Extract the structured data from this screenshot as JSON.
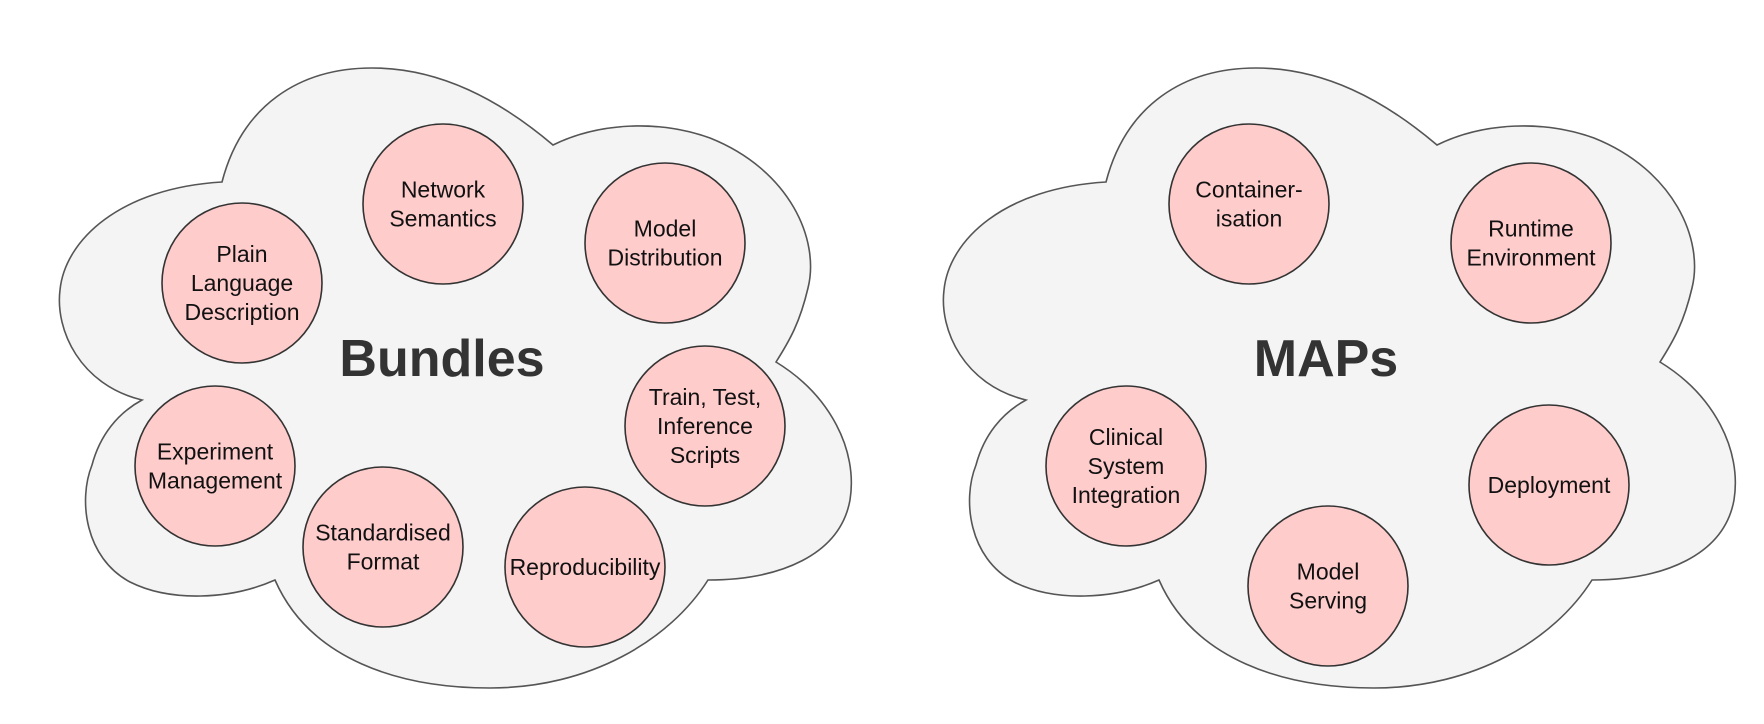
{
  "colors": {
    "cloud_fill": "#f4f4f4",
    "cloud_stroke": "#555555",
    "node_fill": "#ffcccc",
    "node_stroke": "#333333",
    "title": "#333333"
  },
  "clouds": [
    {
      "title": "Bundles",
      "nodes": [
        {
          "lines": [
            "Network",
            "Semantics"
          ]
        },
        {
          "lines": [
            "Model",
            "Distribution"
          ]
        },
        {
          "lines": [
            "Plain",
            "Language",
            "Description"
          ]
        },
        {
          "lines": [
            "Train, Test,",
            "Inference",
            "Scripts"
          ]
        },
        {
          "lines": [
            "Experiment",
            "Management"
          ]
        },
        {
          "lines": [
            "Standardised",
            "Format"
          ]
        },
        {
          "lines": [
            "Reproducibility"
          ]
        }
      ]
    },
    {
      "title": "MAPs",
      "nodes": [
        {
          "lines": [
            "Container-",
            "isation"
          ]
        },
        {
          "lines": [
            "Runtime",
            "Environment"
          ]
        },
        {
          "lines": [
            "Clinical",
            "System",
            "Integration"
          ]
        },
        {
          "lines": [
            "Deployment"
          ]
        },
        {
          "lines": [
            "Model",
            "Serving"
          ]
        }
      ]
    }
  ]
}
